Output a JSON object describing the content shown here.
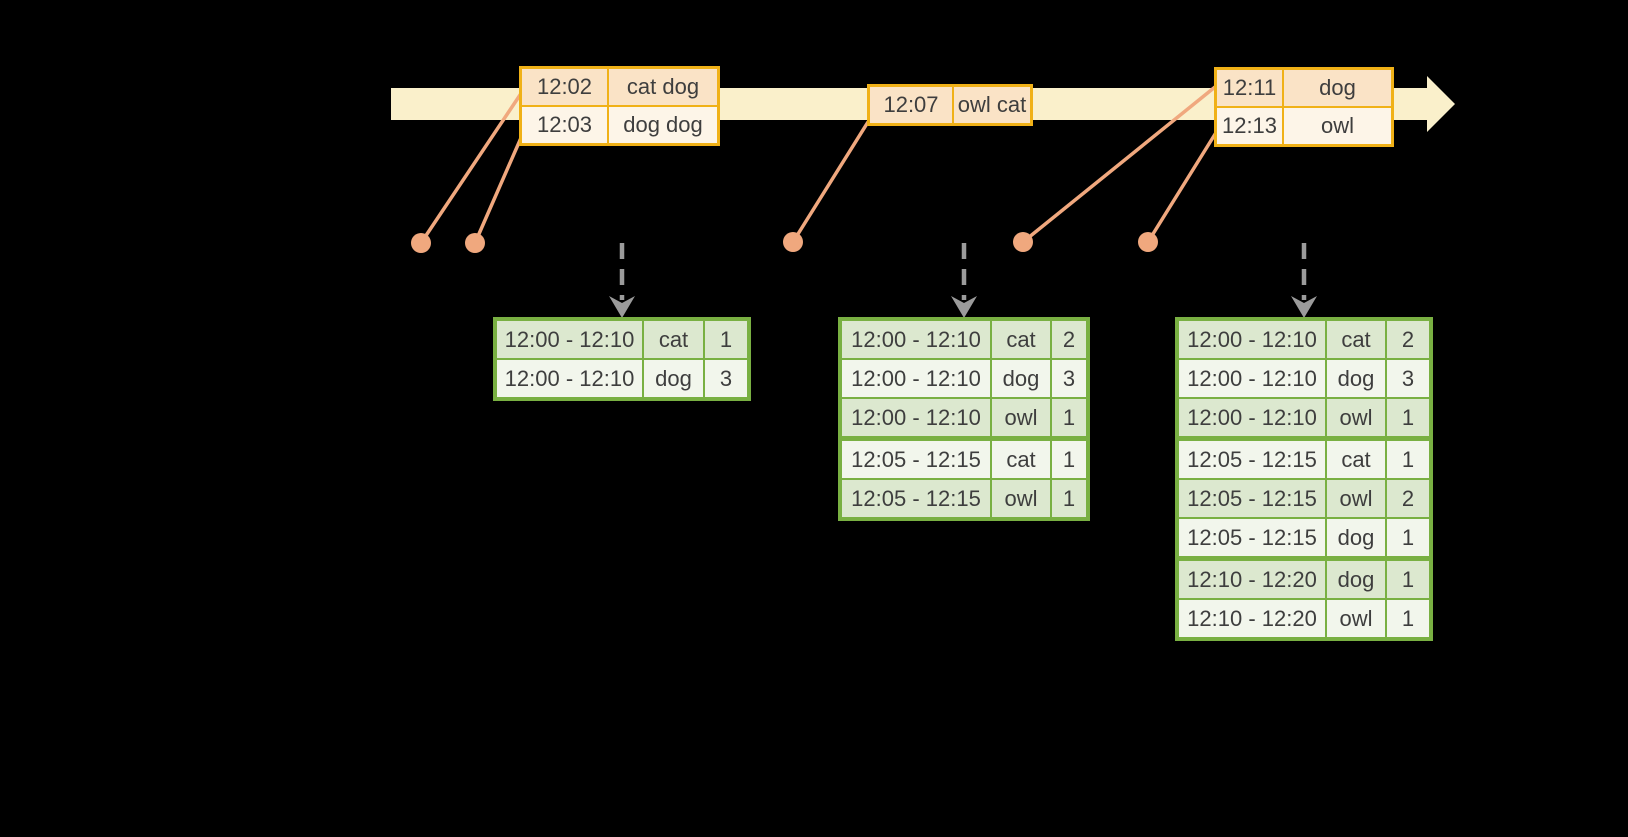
{
  "colors": {
    "background": "#000000",
    "timeline_fill": "#FAF0CB",
    "event_border": "#F0B117",
    "event_row_peach": "#FAE3C6",
    "event_row_cream": "#FDF5E8",
    "connector_salmon": "#F0A87E",
    "result_border": "#79B042",
    "result_row_green": "#DCE8CF",
    "result_row_light": "#F2F6EC",
    "aggregate_arrow_gray": "#9B9B9B",
    "text": "#3E3E3E"
  },
  "icons": {
    "timeline_arrow": "arrow-right",
    "aggregation_arrow": "arrow-down-dashed",
    "event_marker": "dot"
  },
  "event_stream": {
    "tables": [
      {
        "rows": [
          {
            "time": "12:02",
            "words": "cat dog"
          },
          {
            "time": "12:03",
            "words": "dog dog"
          }
        ]
      },
      {
        "rows": [
          {
            "time": "12:07",
            "words": "owl cat"
          }
        ]
      },
      {
        "rows": [
          {
            "time": "12:11",
            "words": "dog"
          },
          {
            "time": "12:13",
            "words": "owl"
          }
        ]
      }
    ]
  },
  "windowed_counts": {
    "tables": [
      {
        "rows": [
          {
            "window": "12:00 - 12:10",
            "word": "cat",
            "count": "1"
          },
          {
            "window": "12:00 - 12:10",
            "word": "dog",
            "count": "3"
          }
        ]
      },
      {
        "rows": [
          {
            "window": "12:00 - 12:10",
            "word": "cat",
            "count": "2"
          },
          {
            "window": "12:00 - 12:10",
            "word": "dog",
            "count": "3"
          },
          {
            "window": "12:00 - 12:10",
            "word": "owl",
            "count": "1"
          },
          {
            "window": "12:05 - 12:15",
            "word": "cat",
            "count": "1"
          },
          {
            "window": "12:05 - 12:15",
            "word": "owl",
            "count": "1"
          }
        ]
      },
      {
        "rows": [
          {
            "window": "12:00 - 12:10",
            "word": "cat",
            "count": "2"
          },
          {
            "window": "12:00 - 12:10",
            "word": "dog",
            "count": "3"
          },
          {
            "window": "12:00 - 12:10",
            "word": "owl",
            "count": "1"
          },
          {
            "window": "12:05 - 12:15",
            "word": "cat",
            "count": "1"
          },
          {
            "window": "12:05 - 12:15",
            "word": "owl",
            "count": "2"
          },
          {
            "window": "12:05 - 12:15",
            "word": "dog",
            "count": "1"
          },
          {
            "window": "12:10 - 12:20",
            "word": "dog",
            "count": "1"
          },
          {
            "window": "12:10 - 12:20",
            "word": "owl",
            "count": "1"
          }
        ]
      }
    ]
  }
}
